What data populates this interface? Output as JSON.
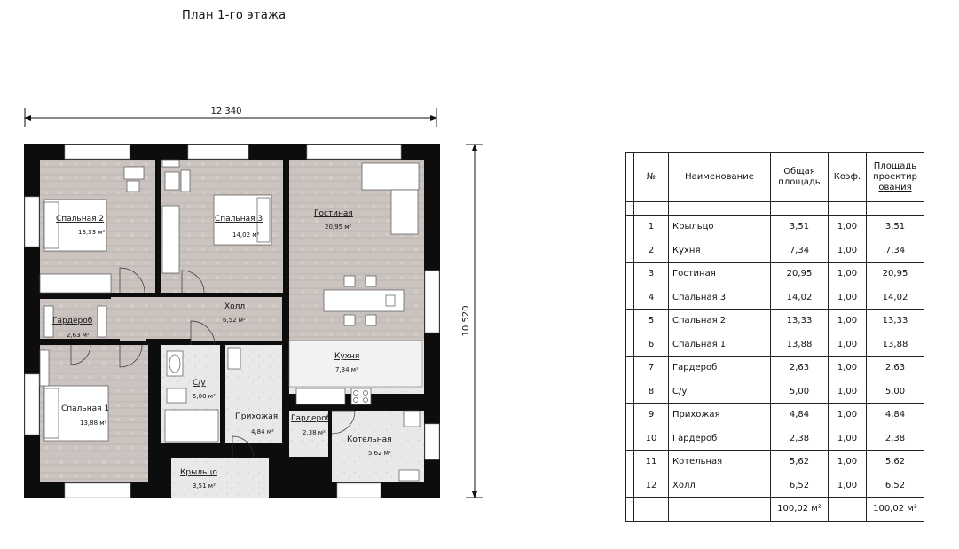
{
  "title": "План 1-го этажа",
  "dimensions": {
    "width": "12 340",
    "height": "10 520"
  },
  "rooms": [
    {
      "name": "Спальная 2",
      "area": "13,33 м²"
    },
    {
      "name": "Спальная 3",
      "area": "14,02 м²"
    },
    {
      "name": "Гостиная",
      "area": "20,95 м²"
    },
    {
      "name": "Гардероб",
      "area": "2,63 м²"
    },
    {
      "name": "Холл",
      "area": "6,52 м²"
    },
    {
      "name": "Кухня",
      "area": "7,34 м²"
    },
    {
      "name": "С/у",
      "area": "5,00 м²"
    },
    {
      "name": "Спальная 1",
      "area": "13,88 м²"
    },
    {
      "name": "Прихожая",
      "area": "4,84 м²"
    },
    {
      "name": "Гардероб",
      "area": "2,38 м²"
    },
    {
      "name": "Котельная",
      "area": "5,62 м²"
    },
    {
      "name": "Крыльцо",
      "area": "3,51 м²"
    }
  ],
  "table": {
    "headers": {
      "num": "№",
      "name": "Наименование",
      "area": "Общая площадь",
      "coef": "Коэф.",
      "proj": "Площадь проектирования"
    },
    "header_lines": {
      "area": [
        "Общая",
        "площадь"
      ],
      "proj": [
        "Площадь",
        "проектир",
        "ования"
      ]
    },
    "rows": [
      {
        "num": "1",
        "name": "Крыльцо",
        "area": "3,51",
        "coef": "1,00",
        "proj": "3,51"
      },
      {
        "num": "2",
        "name": "Кухня",
        "area": "7,34",
        "coef": "1,00",
        "proj": "7,34"
      },
      {
        "num": "3",
        "name": "Гостиная",
        "area": "20,95",
        "coef": "1,00",
        "proj": "20,95"
      },
      {
        "num": "4",
        "name": "Спальная 3",
        "area": "14,02",
        "coef": "1,00",
        "proj": "14,02"
      },
      {
        "num": "5",
        "name": "Спальная 2",
        "area": "13,33",
        "coef": "1,00",
        "proj": "13,33"
      },
      {
        "num": "6",
        "name": "Спальная 1",
        "area": "13,88",
        "coef": "1,00",
        "proj": "13,88"
      },
      {
        "num": "7",
        "name": "Гардероб",
        "area": "2,63",
        "coef": "1,00",
        "proj": "2,63"
      },
      {
        "num": "8",
        "name": "С/у",
        "area": "5,00",
        "coef": "1,00",
        "proj": "5,00"
      },
      {
        "num": "9",
        "name": "Прихожая",
        "area": "4,84",
        "coef": "1,00",
        "proj": "4,84"
      },
      {
        "num": "10",
        "name": "Гардероб",
        "area": "2,38",
        "coef": "1,00",
        "proj": "2,38"
      },
      {
        "num": "11",
        "name": "Котельная",
        "area": "5,62",
        "coef": "1,00",
        "proj": "5,62"
      },
      {
        "num": "12",
        "name": "Холл",
        "area": "6,52",
        "coef": "1,00",
        "proj": "6,52"
      }
    ],
    "total": {
      "area": "100,02 м²",
      "proj": "100,02 м²"
    }
  },
  "colors": {
    "wall": "#0d0d0d",
    "floor_wood": "#cbc3bf",
    "floor_tile": "#e8e8e6",
    "window": "#ffffff"
  }
}
